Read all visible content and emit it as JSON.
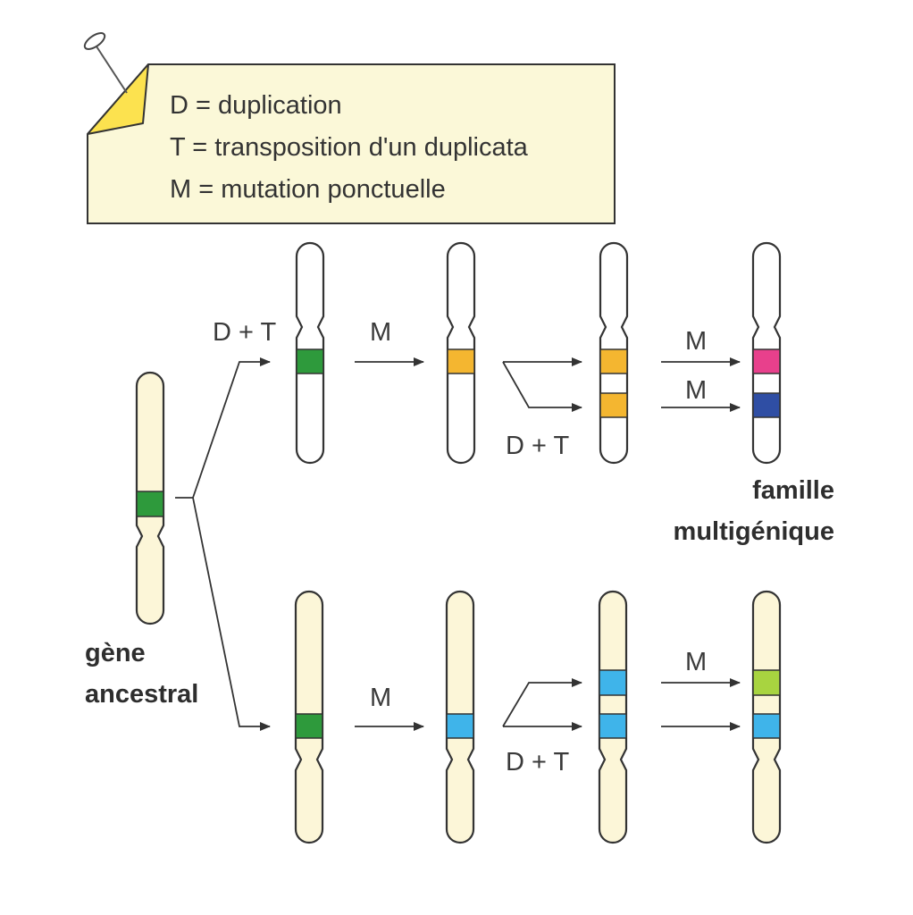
{
  "legend": {
    "items": [
      "D = duplication",
      "T = transposition d'un duplicata",
      "M = mutation ponctuelle"
    ]
  },
  "labels": {
    "ancestral_line1": "gène",
    "ancestral_line2": "ancestral",
    "family_line1": "famille",
    "family_line2": "multigénique",
    "dt": "D + T",
    "m": "M"
  },
  "colors": {
    "note_fill": "#fbf8d8",
    "note_fold": "#fce24f",
    "chromosome_cream": "#fcf6d8",
    "chromosome_white": "#ffffff",
    "gene_green": "#2e9a3c",
    "gene_orange": "#f4b630",
    "gene_magenta": "#e8408c",
    "gene_navy": "#2f4ea4",
    "gene_cyan": "#3fb4ea",
    "gene_lime": "#a8d440"
  },
  "icons": {
    "pin": "pushpin-icon"
  }
}
